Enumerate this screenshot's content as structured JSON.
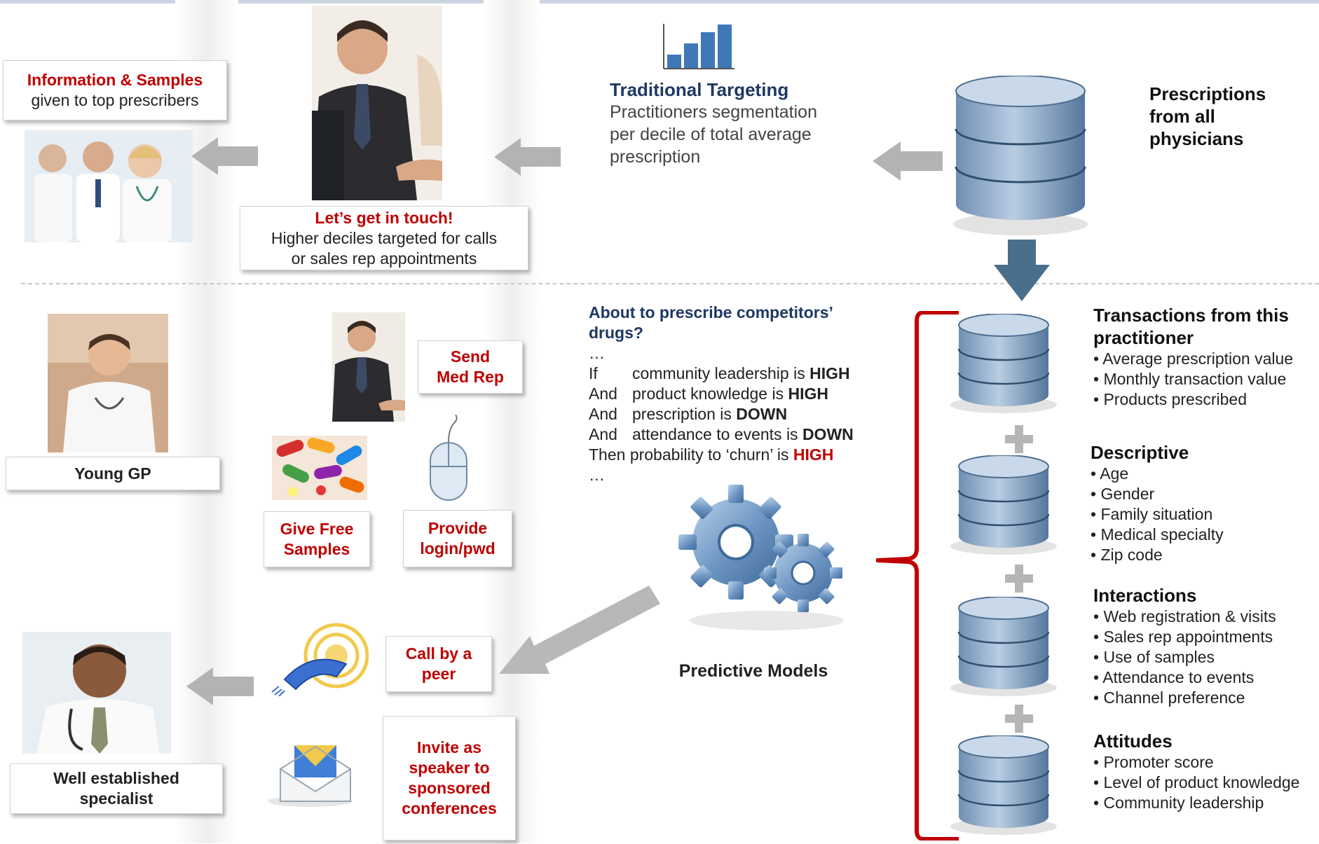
{
  "colors": {
    "accent_red": "#c00000",
    "navy": "#1f3864",
    "arrow_gray": "#b3b3b3",
    "arrow_blue": "#4a6f8c",
    "db_blue": "#8ea9c8"
  },
  "top": {
    "info_box": {
      "title": "Information & Samples",
      "text": "given to top prescribers"
    },
    "touch_box": {
      "title": "Let’s get in touch!",
      "line1": "Higher deciles targeted for calls",
      "line2": "or sales rep appointments"
    },
    "targeting": {
      "title": "Traditional Targeting",
      "line1": "Practitioners segmentation",
      "line2": "per decile of total average",
      "line3": "prescription",
      "icon": "bar-chart-icon"
    },
    "prescriptions": {
      "line1": "Prescriptions",
      "line2": "from all",
      "line3": "physicians",
      "icon": "database-icon"
    }
  },
  "left": {
    "young_gp": "Young GP",
    "specialist_line1": "Well established",
    "specialist_line2": "specialist"
  },
  "actions": {
    "send_med_rep": {
      "line1": "Send",
      "line2": "Med Rep"
    },
    "give_samples": {
      "line1": "Give Free",
      "line2": "Samples"
    },
    "provide_login": {
      "line1": "Provide",
      "line2": "login/pwd"
    },
    "call_peer": {
      "line1": "Call by a",
      "line2": "peer"
    },
    "invite": {
      "line1": "Invite as",
      "line2": "speaker to",
      "line3": "sponsored",
      "line4": "conferences"
    }
  },
  "rule": {
    "question_line1": "About to prescribe competitors’",
    "question_line2": "drugs?",
    "ellipsis": "…",
    "rows": [
      {
        "kw": "If",
        "text": "community leadership is ",
        "value": "HIGH"
      },
      {
        "kw": "And",
        "text": "product knowledge is ",
        "value": "HIGH"
      },
      {
        "kw": "And",
        "text": "prescription is ",
        "value": "DOWN"
      },
      {
        "kw": "And",
        "text": "attendance to events is ",
        "value": "DOWN"
      }
    ],
    "then_text": "Then probability to ‘churn’ is ",
    "then_value": "HIGH"
  },
  "model_label": "Predictive Models",
  "sources": [
    {
      "title_line1": "Transactions from this",
      "title_line2": "practitioner",
      "items": [
        "Average prescription value",
        "Monthly transaction value",
        "Products prescribed"
      ]
    },
    {
      "title_line1": "Descriptive",
      "title_line2": "",
      "items": [
        "Age",
        "Gender",
        "Family situation",
        "Medical specialty",
        "Zip code"
      ]
    },
    {
      "title_line1": "Interactions",
      "title_line2": "",
      "items": [
        "Web registration & visits",
        "Sales rep appointments",
        "Use of samples",
        "Attendance to events",
        "Channel preference"
      ]
    },
    {
      "title_line1": "Attitudes",
      "title_line2": "",
      "items": [
        "Promoter score",
        "Level of product knowledge",
        "Community leadership"
      ]
    }
  ]
}
